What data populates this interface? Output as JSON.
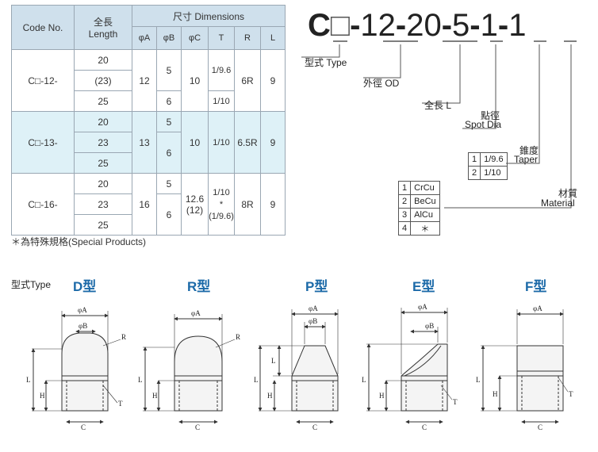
{
  "table": {
    "header": {
      "code_no": "Code No.",
      "length_cn": "全長",
      "length_en": "Length",
      "dimensions": "尺寸  Dimensions",
      "cols": [
        "φA",
        "φB",
        "φC",
        "T",
        "R",
        "L"
      ]
    },
    "groups": [
      {
        "code": "C□-12-",
        "lengths": [
          "20",
          "(23)",
          "25"
        ],
        "A": "12",
        "B": [
          "5",
          "6"
        ],
        "C": "10",
        "T": [
          "1/9.6",
          "1/10"
        ],
        "R": "6R",
        "L": "9"
      },
      {
        "code": "C□-13-",
        "lengths": [
          "20",
          "23",
          "25"
        ],
        "A": "13",
        "B": [
          "5",
          "6"
        ],
        "C": "10",
        "T": [
          "1/10"
        ],
        "R": "6.5R",
        "L": "9"
      },
      {
        "code": "C□-16-",
        "lengths": [
          "20",
          "23",
          "25"
        ],
        "A": "16",
        "B": [
          "5",
          "6"
        ],
        "C": [
          "12.6",
          "(12)"
        ],
        "T": [
          "1/10",
          "*",
          "(1/9.6)"
        ],
        "R": "8R",
        "L": "9"
      }
    ],
    "note": "＊為特殊規格(Special Products)"
  },
  "code": {
    "parts": [
      "C",
      "□",
      "-",
      "12",
      "-",
      "20",
      "-",
      "5",
      "-",
      "1",
      "-",
      "1"
    ],
    "labels": {
      "type": "型式 Type",
      "od": "外徑  OD",
      "length": "全長  L",
      "spot_cn": "點徑",
      "spot_en": "Spot Dia",
      "taper_cn": "錐度",
      "taper_en": "Taper",
      "material_cn": "材質",
      "material_en": "Material"
    },
    "taper_table": [
      [
        "1",
        "1/9.6"
      ],
      [
        "2",
        "1/10"
      ]
    ],
    "material_table": [
      [
        "1",
        "CrCu"
      ],
      [
        "2",
        "BeCu"
      ],
      [
        "3",
        "AlCu"
      ],
      [
        "4",
        "＊"
      ]
    ]
  },
  "types": {
    "heading": "型式Type",
    "names": [
      "D型",
      "R型",
      "P型",
      "E型",
      "F型"
    ],
    "dims": {
      "A": "φA",
      "B": "φB",
      "C": "C",
      "L": "L",
      "H": "H",
      "R": "R",
      "T": "T"
    }
  }
}
